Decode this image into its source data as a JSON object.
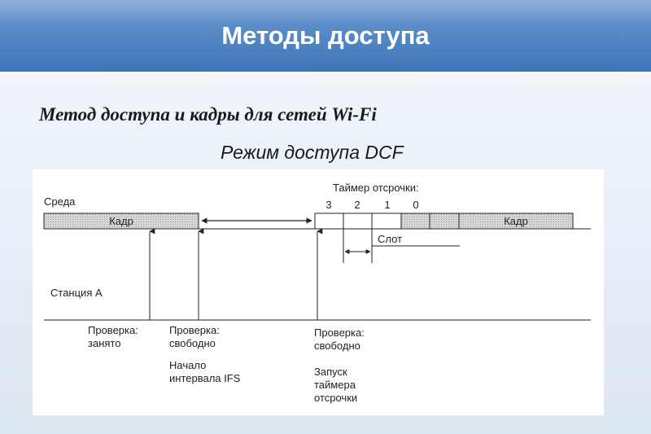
{
  "header": {
    "title": "Методы доступа"
  },
  "subtitle": "Метод доступа и кадры для сетей Wi-Fi",
  "mode_title": "Режим доступа DCF",
  "diagram": {
    "medium_label": "Среда",
    "frame_label_1": "Кадр",
    "frame_label_2": "Кадр",
    "backoff_timer_label": "Таймер отсрочки:",
    "timer_digits": [
      "3",
      "2",
      "1",
      "0"
    ],
    "slot_label": "Слот",
    "station_label": "Станция А",
    "check_busy": [
      "Проверка:",
      "занято"
    ],
    "check_free_1": [
      "Проверка:",
      "свободно"
    ],
    "ifs_start": [
      "Начало",
      "интервала IFS"
    ],
    "check_free_2": [
      "Проверка:",
      "свободно"
    ],
    "timer_start": [
      "Запуск",
      "таймера",
      "отсрочки"
    ]
  },
  "colors": {
    "header": "#4a7fc0",
    "frame_fill": "#d0d0d0",
    "line": "#222222"
  }
}
